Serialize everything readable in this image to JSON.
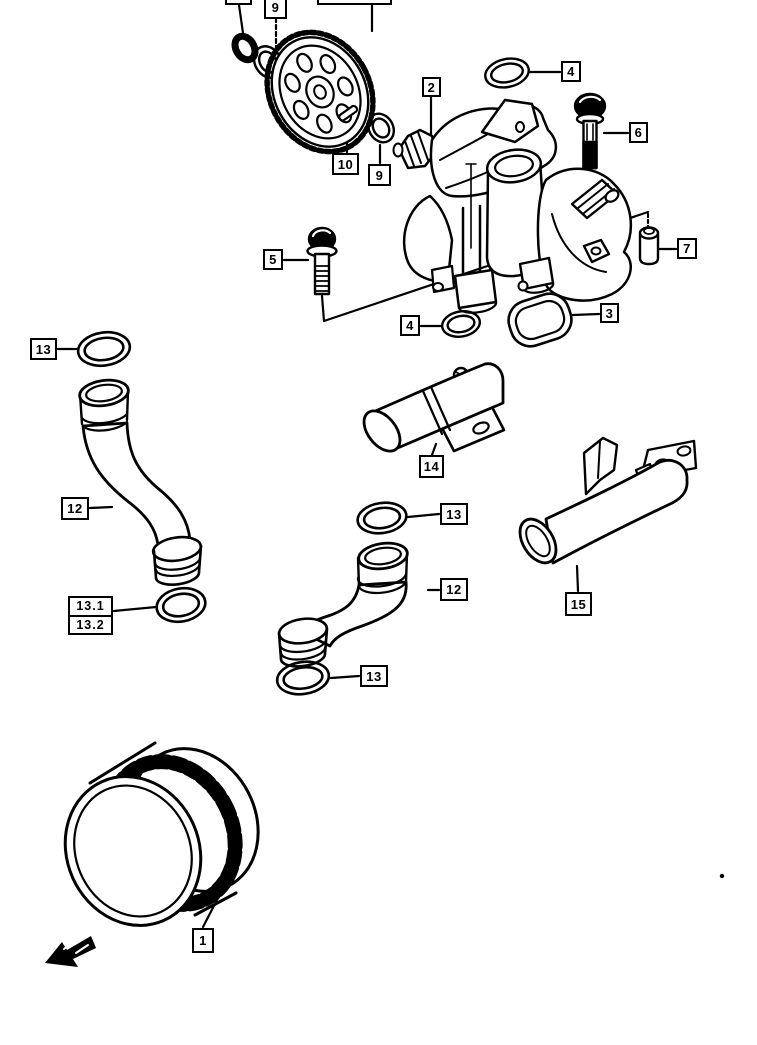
{
  "colors": {
    "ink": "#000000",
    "paper": "#ffffff"
  },
  "callouts": [
    {
      "label": "9"
    },
    {
      "label": "2"
    },
    {
      "label": "4"
    },
    {
      "label": "6"
    },
    {
      "label": "10"
    },
    {
      "label": "9"
    },
    {
      "label": "5"
    },
    {
      "label": "7"
    },
    {
      "label": "4"
    },
    {
      "label": "3"
    },
    {
      "label": "13"
    },
    {
      "label": "12"
    },
    {
      "label": "13.1"
    },
    {
      "label": "13.2"
    },
    {
      "label": "14"
    },
    {
      "label": "13"
    },
    {
      "label": "12"
    },
    {
      "label": "13"
    },
    {
      "label": "15"
    },
    {
      "label": "1"
    }
  ]
}
